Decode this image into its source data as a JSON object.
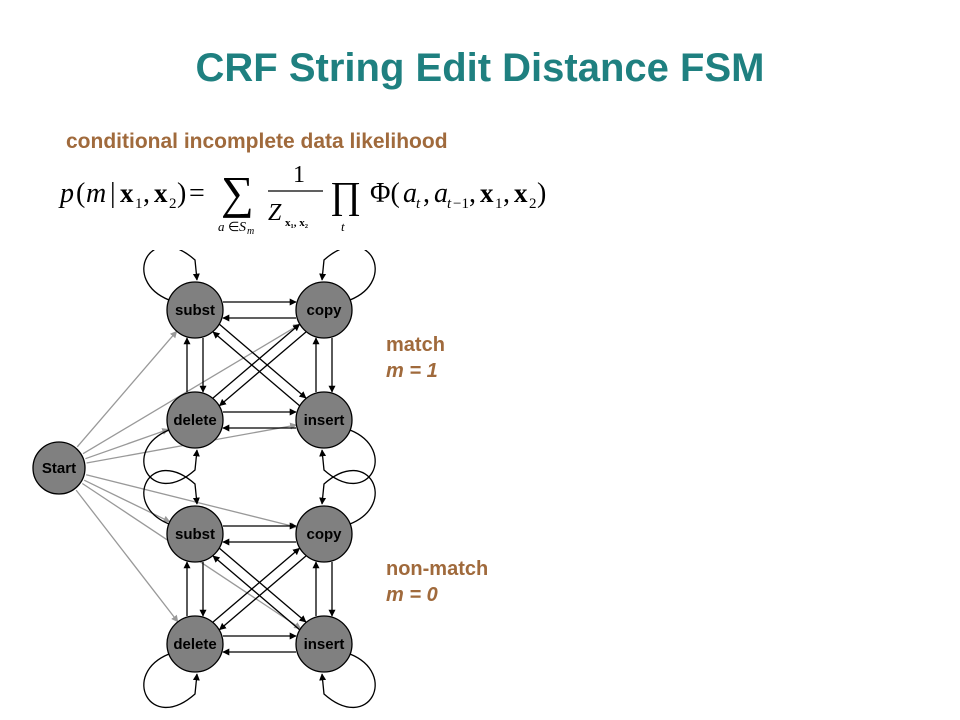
{
  "slide": {
    "title": "CRF String Edit Distance FSM",
    "subtitle": "conditional incomplete data likelihood"
  },
  "equation": {
    "lhs": "p(m | x1, x2) =",
    "sum": "∑",
    "sum_index": "a ∈ S_m",
    "fraction_num": "1",
    "fraction_den": "Z_{x1,x2}",
    "prod": "∏",
    "prod_index": "t",
    "factor": "Φ(a_t, a_{t−1}, x1, x2)"
  },
  "diagram": {
    "start_label": "Start",
    "node_labels": {
      "subst": "subst",
      "copy": "copy",
      "delete": "delete",
      "insert": "insert"
    },
    "groups": [
      {
        "id": "match",
        "label": "match",
        "condition": "m = 1"
      },
      {
        "id": "nonmatch",
        "label": "non-match",
        "condition": "m = 0"
      }
    ],
    "colors": {
      "title": "#1f8080",
      "label": "#a06a3c",
      "node_fill": "#808080",
      "start_edge": "#999999",
      "edge": "#000000"
    }
  }
}
